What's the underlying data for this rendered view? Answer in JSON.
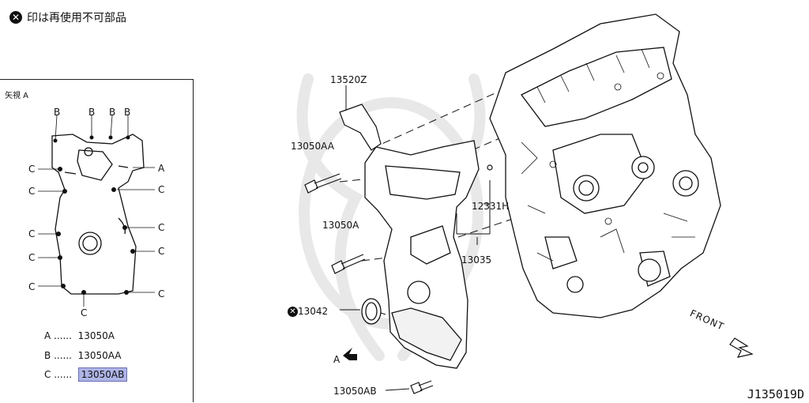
{
  "legend": {
    "mark": "✕",
    "text": "印は再使用不可部品"
  },
  "inset": {
    "title": "矢視 A",
    "letters": {
      "B": "B",
      "A": "A",
      "C": "C"
    },
    "key": [
      {
        "letter": "A",
        "dots": "......",
        "part": "13050A"
      },
      {
        "letter": "B",
        "dots": "......",
        "part": "13050AA"
      },
      {
        "letter": "C",
        "dots": "......",
        "part": "13050AB"
      }
    ]
  },
  "callouts": {
    "c13520z": "13520Z",
    "c13050aa": "13050AA",
    "c12331h": "12331H",
    "c13050a": "13050A",
    "c13035": "13035",
    "c13042": "13042",
    "c13050ab": "13050AB",
    "view_a": "A"
  },
  "front_label": "FRONT",
  "diagram_code": "J135019D",
  "colors": {
    "highlight": "#aeb4e6",
    "line": "#111111",
    "watermark": "#e8e8e8"
  }
}
